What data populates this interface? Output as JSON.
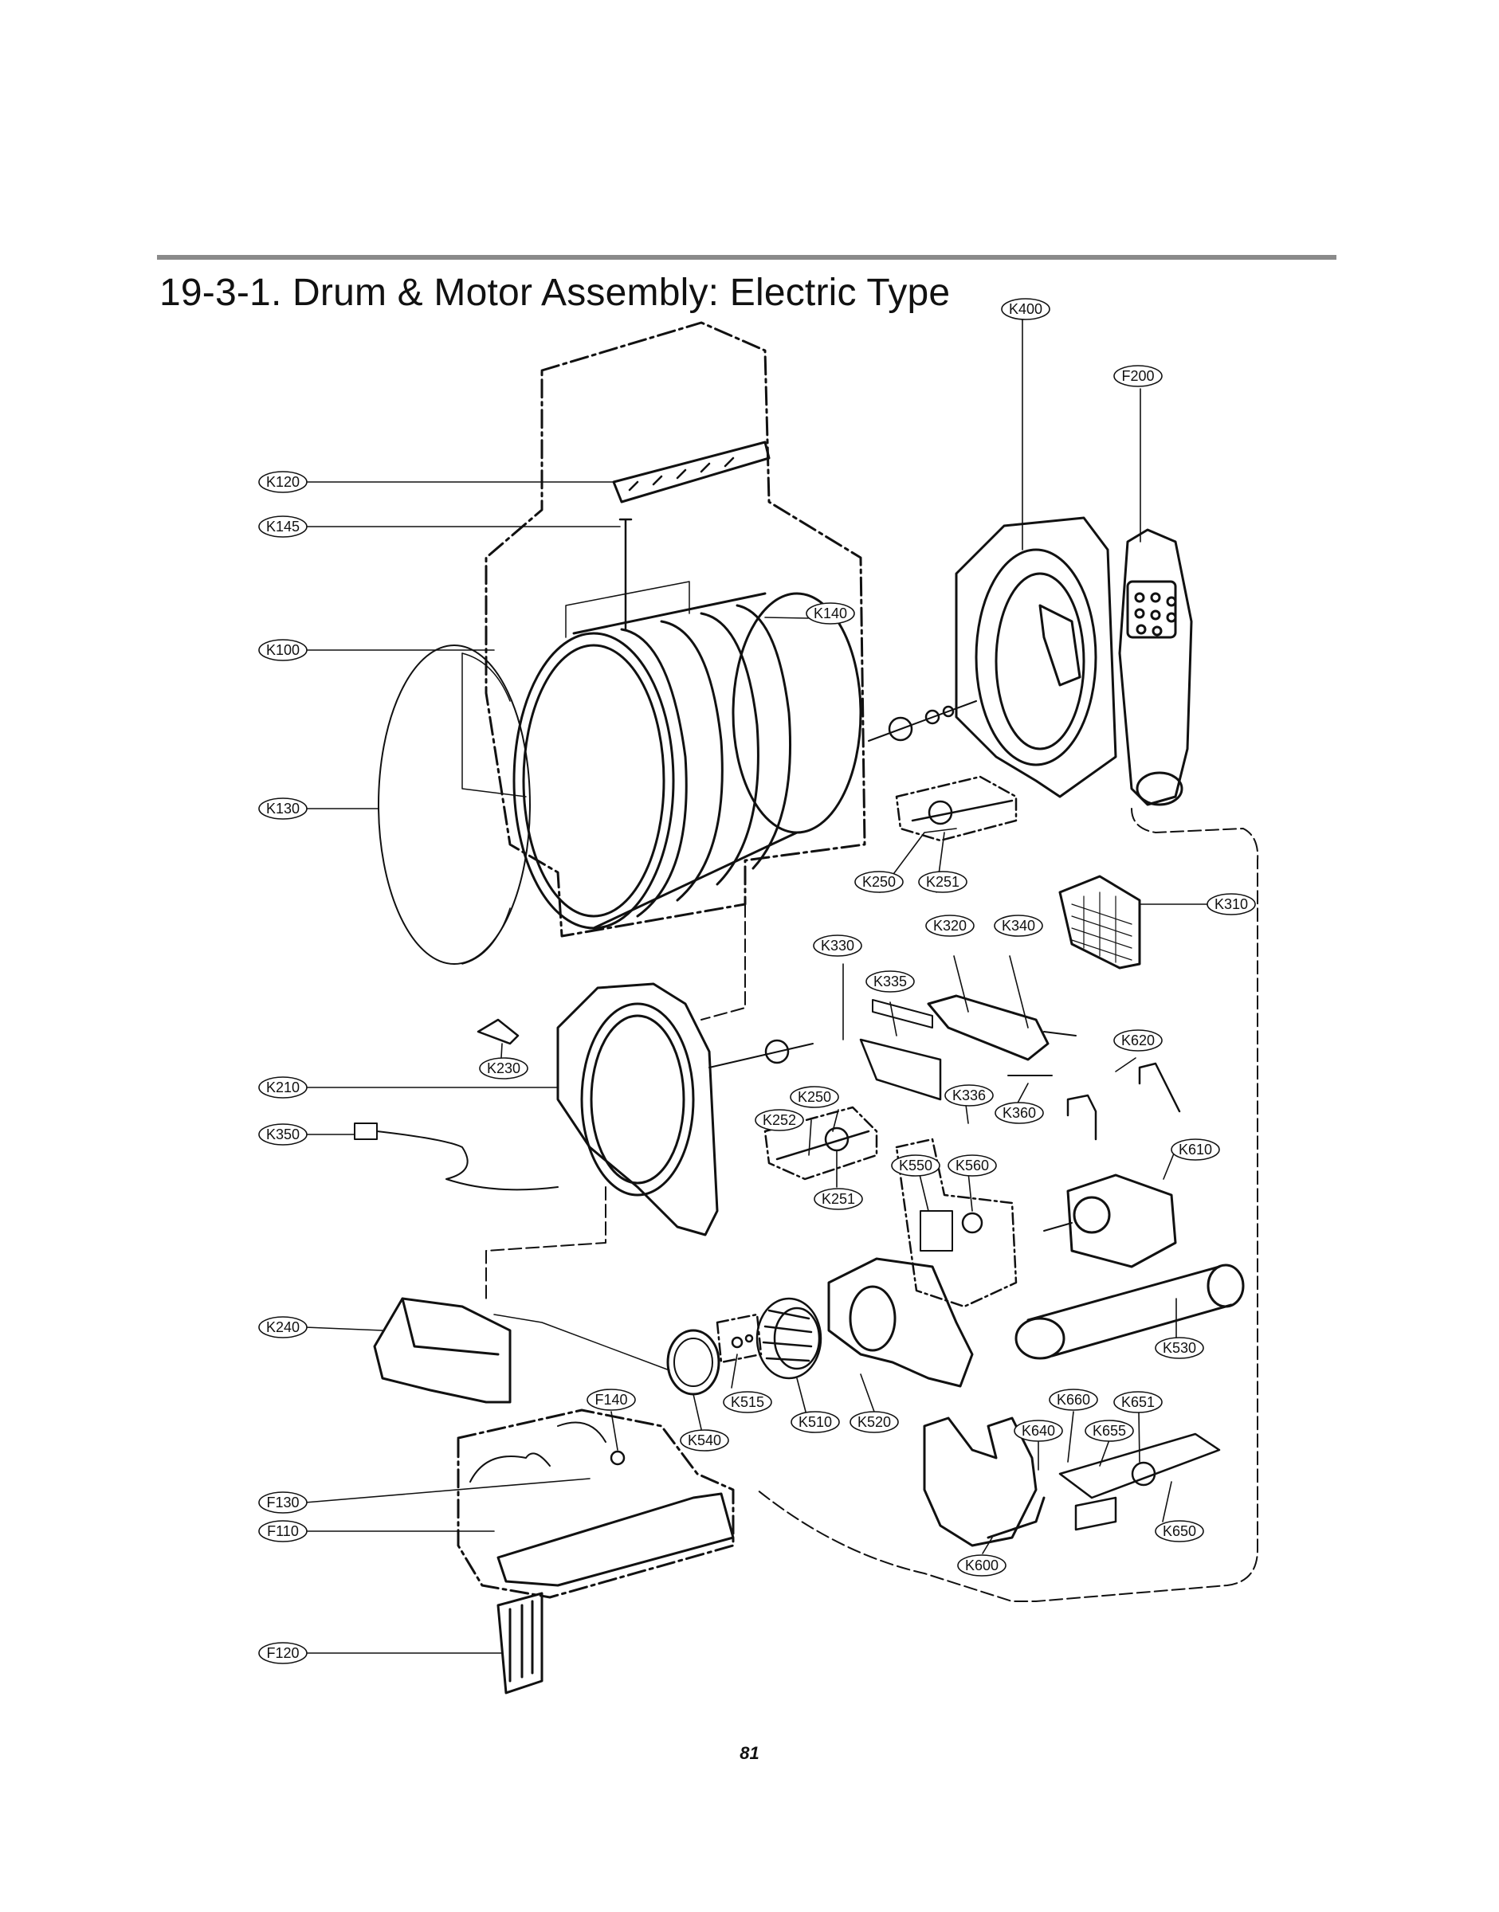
{
  "page": {
    "title": "19-3-1. Drum & Motor Assembly: Electric Type",
    "page_number": "81"
  },
  "callouts": [
    {
      "id": "F200"
    },
    {
      "id": "K400"
    },
    {
      "id": "K120"
    },
    {
      "id": "K145"
    },
    {
      "id": "K140"
    },
    {
      "id": "K100"
    },
    {
      "id": "K130"
    },
    {
      "id": "K250"
    },
    {
      "id": "K251"
    },
    {
      "id": "K310"
    },
    {
      "id": "K330"
    },
    {
      "id": "K320"
    },
    {
      "id": "K340"
    },
    {
      "id": "K335"
    },
    {
      "id": "K620"
    },
    {
      "id": "K230"
    },
    {
      "id": "K210"
    },
    {
      "id": "K252"
    },
    {
      "id": "K250"
    },
    {
      "id": "K336"
    },
    {
      "id": "K360"
    },
    {
      "id": "K350"
    },
    {
      "id": "K610"
    },
    {
      "id": "K550"
    },
    {
      "id": "K560"
    },
    {
      "id": "K251"
    },
    {
      "id": "K240"
    },
    {
      "id": "K530"
    },
    {
      "id": "F140"
    },
    {
      "id": "K515"
    },
    {
      "id": "K510"
    },
    {
      "id": "K520"
    },
    {
      "id": "K660"
    },
    {
      "id": "K651"
    },
    {
      "id": "K540"
    },
    {
      "id": "K640"
    },
    {
      "id": "K655"
    },
    {
      "id": "F130"
    },
    {
      "id": "F110"
    },
    {
      "id": "K650"
    },
    {
      "id": "K600"
    },
    {
      "id": "F120"
    }
  ]
}
